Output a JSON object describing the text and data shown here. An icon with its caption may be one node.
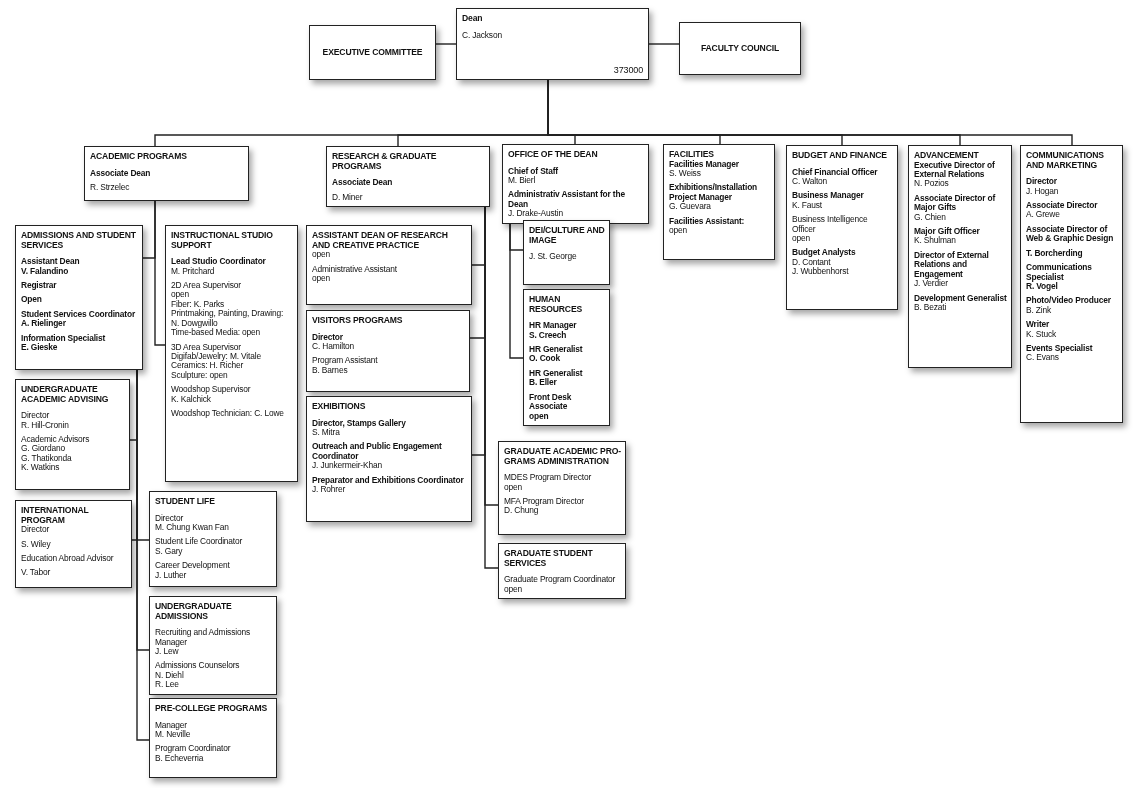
{
  "diagram": {
    "nodes": [
      {
        "text": [
          "EXECUTIVE COMMITTEE"
        ]
      },
      {
        "text": [
          "Dean",
          "C. Jackson",
          "373000"
        ]
      },
      {
        "text": [
          "FACULTY COUNCIL"
        ]
      },
      {
        "text": [
          "ACADEMIC PROGRAMS",
          "Associate Dean",
          "R. Strzelec"
        ]
      },
      {
        "text": [
          "RESEARCH & GRADUATE PROGRAMS",
          "Associate Dean",
          "D. Miner"
        ]
      },
      {
        "text": [
          "OFFICE OF THE DEAN",
          "Chief of Staff",
          "M. Bierl",
          "Administrativ Assistant for the Dean",
          "J. Drake-Austin"
        ]
      },
      {
        "text": [
          "FACILITIES",
          "Facilities Manager",
          "S. Weiss",
          "Exhibitions/Installation Project Manager",
          "G. Guevara",
          "Facilities Assistant:",
          "open"
        ]
      },
      {
        "text": [
          "BUDGET AND FINANCE",
          "Chief Financial Officer",
          "C. Walton",
          "Business Manager",
          "K. Faust",
          "Business Intelligence Officer",
          "open",
          "Budget Analysts",
          "D. Contant",
          "J. Wubbenhorst"
        ]
      },
      {
        "text": [
          "ADVANCEMENT",
          "Executive Director of External Relations",
          "N. Pozios",
          "Associate Director of Major Gifts",
          "G. Chien",
          "Major Gift Officer",
          "K. Shulman",
          "Director of External Relations and Engagement",
          "J. Verdier",
          "Development Generalist",
          "B. Bezati"
        ]
      },
      {
        "text": [
          "COMMUNICATIONS AND MARKETING",
          "Director",
          "J. Hogan",
          "Associate Director",
          "A. Grewe",
          "Associate Director of Web & Graphic Design",
          "T. Borcherding",
          "Communications Specialist",
          "R. Vogel",
          "Photo/Video Producer",
          "B. Zink",
          "Writer",
          "K. Stuck",
          "Events Specialist",
          "C. Evans"
        ]
      },
      {
        "text": [
          "ADMISSIONS AND STUDENT SERVICES",
          "Assistant Dean",
          "V. Falandino",
          "Registrar",
          "Open",
          "Student Services Coordinator",
          "A. Rielinger",
          "Information Specialist",
          "E. Gieske"
        ]
      },
      {
        "text": [
          "INSTRUCTIONAL STUDIO SUPPORT",
          "Lead Studio Coordinator",
          "M. Pritchard",
          "2D Area Supervisor",
          "open",
          "Fiber: K. Parks",
          "Printmaking, Painting, Drawing: N. Dowgwillo",
          "Time-based Media: open",
          "3D Area Supervisor",
          "Digifab/Jewelry: M. Vitale",
          "Ceramics: H. Richer",
          "Sculpture: open",
          "Woodshop Supervisor",
          "K. Kalchick",
          "Woodshop Technician: C. Lowe"
        ]
      },
      {
        "text": [
          "UNDERGRADUATE ACADEMIC ADVISING",
          "Director",
          "R. Hill-Cronin",
          "Academic Advisors",
          "G. Giordano",
          "G. Thatikonda",
          "K. Watkins"
        ]
      },
      {
        "text": [
          "INTERNATIONAL PROGRAM",
          "Director",
          "S. Wiley",
          "Education Abroad Advisor",
          "V. Tabor"
        ]
      },
      {
        "text": [
          "STUDENT LIFE",
          "Director",
          "M. Chung Kwan Fan",
          "Student Life Coordinator",
          "S. Gary",
          "Career Development",
          "J. Luther"
        ]
      },
      {
        "text": [
          "UNDERGRADUATE ADMISSIONS",
          "Recruiting and Admissions Manager",
          "J. Lew",
          "Admissions Counselors",
          "N. Diehl",
          "R. Lee"
        ]
      },
      {
        "text": [
          "PRE-COLLEGE PROGRAMS",
          "Manager",
          "M. Neville",
          "Program Coordinator",
          "B. Echeverria"
        ]
      },
      {
        "text": [
          "ASSISTANT DEAN OF RESEARCH AND CREATIVE PRACTICE",
          "open",
          "Administrative Assistant",
          "open"
        ]
      },
      {
        "text": [
          "VISITORS PROGRAMS",
          "Director",
          "C. Hamilton",
          "Program Assistant",
          "B. Barnes"
        ]
      },
      {
        "text": [
          "EXHIBITIONS",
          "Director, Stamps Gallery",
          "S. Mitra",
          "Outreach and Public Engagement Coordinator",
          "J. Junkermeir-Khan",
          "Preparator and Exhibitions Coordinator",
          "J. Rohrer"
        ]
      },
      {
        "text": [
          "DEI/CULTURE AND IMAGE",
          "J. St. George"
        ]
      },
      {
        "text": [
          "HUMAN RESOURCES",
          "HR Manager",
          "S. Creech",
          "HR Generalist",
          "O. Cook",
          "HR Generalist",
          "B. Eller",
          "Front Desk Associate",
          "open"
        ]
      },
      {
        "text": [
          "GRADUATE ACADEMIC PRO-GRAMS ADMINISTRATION",
          "MDES Program Director",
          "open",
          "MFA Program Director",
          "D. Chung"
        ]
      },
      {
        "text": [
          "GRADUATE STUDENT SERVICES",
          "Graduate Program Coordinator",
          "open"
        ]
      }
    ],
    "edges": [
      {
        "from": 1,
        "to": 0,
        "arrow": "none"
      },
      {
        "from": 1,
        "to": 2,
        "arrow": "none"
      },
      {
        "from": 1,
        "to": 3,
        "arrow": "none"
      },
      {
        "from": 1,
        "to": 4,
        "arrow": "none"
      },
      {
        "from": 1,
        "to": 5,
        "arrow": "none"
      },
      {
        "from": 1,
        "to": 6,
        "arrow": "none"
      },
      {
        "from": 1,
        "to": 7,
        "arrow": "none"
      },
      {
        "from": 1,
        "to": 8,
        "arrow": "none"
      },
      {
        "from": 1,
        "to": 9,
        "arrow": "none"
      },
      {
        "from": 3,
        "to": 10,
        "arrow": "none"
      },
      {
        "from": 3,
        "to": 11,
        "arrow": "none"
      },
      {
        "from": 10,
        "to": 12,
        "arrow": "none"
      },
      {
        "from": 10,
        "to": 13,
        "arrow": "none"
      },
      {
        "from": 10,
        "to": 14,
        "arrow": "none"
      },
      {
        "from": 10,
        "to": 15,
        "arrow": "none"
      },
      {
        "from": 10,
        "to": 16,
        "arrow": "none"
      },
      {
        "from": 4,
        "to": 17,
        "arrow": "none"
      },
      {
        "from": 4,
        "to": 18,
        "arrow": "none"
      },
      {
        "from": 4,
        "to": 19,
        "arrow": "none"
      },
      {
        "from": 4,
        "to": 22,
        "arrow": "none"
      },
      {
        "from": 4,
        "to": 23,
        "arrow": "none"
      },
      {
        "from": 5,
        "to": 20,
        "arrow": "none"
      },
      {
        "from": 5,
        "to": 21,
        "arrow": "none"
      }
    ]
  }
}
